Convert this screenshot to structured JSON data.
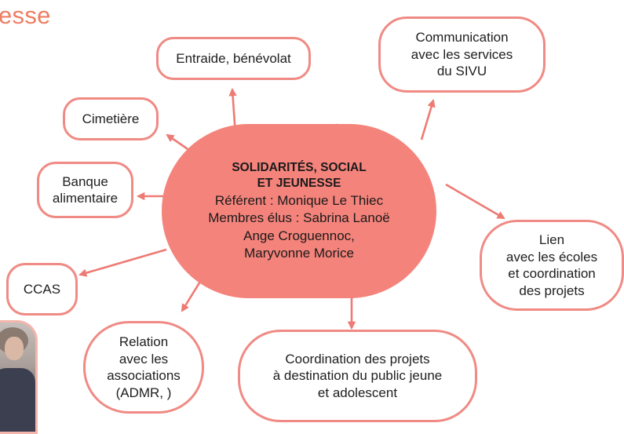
{
  "title_fragment": "esse",
  "center": {
    "heading_lines": [
      "SOLIDARITÉS, SOCIAL",
      "ET JEUNESSE"
    ],
    "body_lines": [
      "Référent : Monique Le Thiec",
      "Membres élus : Sabrina Lanoë",
      "Ange Croguennoc,",
      "Maryvonne Morice"
    ]
  },
  "nodes": [
    {
      "id": "entraide",
      "lines": [
        "Entraide, bénévolat"
      ]
    },
    {
      "id": "communication",
      "lines": [
        "Communication",
        "avec les services",
        "du SIVU"
      ]
    },
    {
      "id": "cimetiere",
      "lines": [
        "Cimetière"
      ]
    },
    {
      "id": "banque",
      "lines": [
        "Banque",
        "alimentaire"
      ]
    },
    {
      "id": "ccas",
      "lines": [
        "CCAS"
      ]
    },
    {
      "id": "lien",
      "lines": [
        "Lien",
        "avec les écoles",
        "et coordination",
        "des projets"
      ]
    },
    {
      "id": "associations",
      "lines": [
        "Relation",
        "avec les",
        "associations",
        "(ADMR, )"
      ]
    },
    {
      "id": "coordination",
      "lines": [
        "Coordination des projets",
        "à destination du public jeune",
        "et adolescent"
      ]
    }
  ],
  "colors": {
    "accent": "#f08a84",
    "center_fill": "#f4837b",
    "title": "#ef7d62",
    "arrow": "#ee7a74"
  }
}
